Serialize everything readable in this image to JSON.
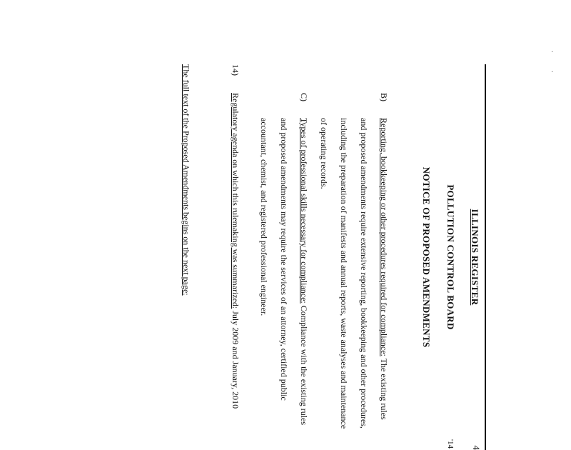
{
  "header": {
    "register": "ILLINOIS REGISTER",
    "page_number": "4",
    "page_sub": "'14",
    "agency": "POLLUTION CONTROL BOARD",
    "notice": "NOTICE OF PROPOSED AMENDMENTS"
  },
  "items": {
    "b_label": "B)",
    "b_lead": "Reporting, bookkeeping or other procedures required for compliance:",
    "b_text": "The existing rules and proposed amendments require extensive reporting, bookkeeping and other procedures, including the preparation of manifests and annual reports, waste analyses and maintenance of operating records.",
    "c_label": "C)",
    "c_lead": "Types of professional skills necessary for compliance:",
    "c_text": "Compliance with the existing rules and proposed amendments may require the services of an attorney, certified public accountant, chemist, and registered professional engineer.",
    "n14_label": "14)",
    "n14_lead": "Regulatory agenda on which this rulemaking was summarized:",
    "n14_text": "July 2009 and January, 2010",
    "footer": "The full text of the Proposed Amendments begins on the next page:"
  }
}
